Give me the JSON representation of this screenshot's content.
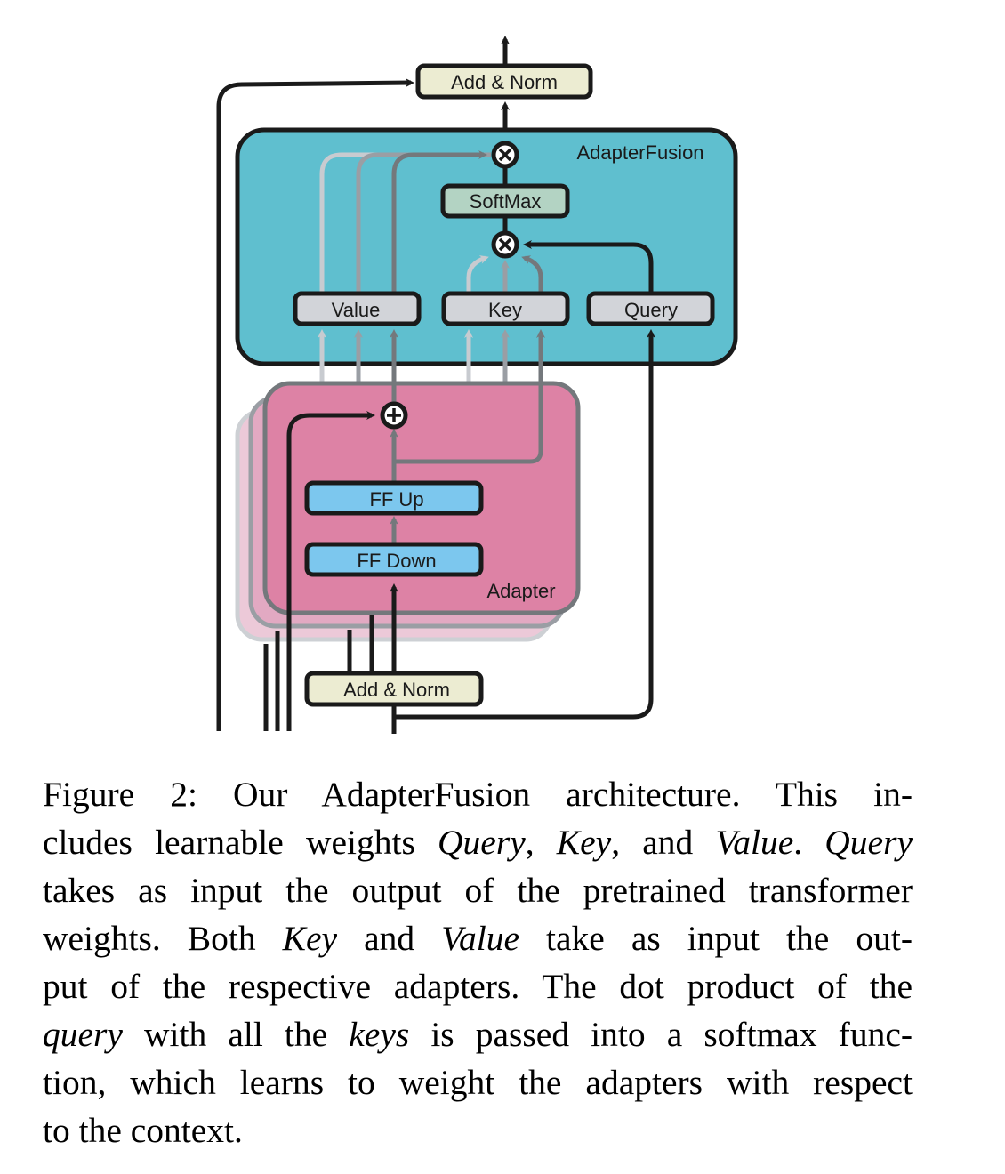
{
  "figure": {
    "boxes": {
      "top_add_norm": "Add & Norm",
      "bottom_add_norm": "Add & Norm",
      "softmax": "SoftMax",
      "value": "Value",
      "key": "Key",
      "query": "Query",
      "ff_up": "FF Up",
      "ff_down": "FF Down"
    },
    "regions": {
      "fusion_label": "AdapterFusion",
      "adapter_label": "Adapter"
    },
    "operators": {
      "multiply": "⊗",
      "add": "⊕"
    },
    "colors": {
      "fusion_bg": "#5fbfcf",
      "adapter_bg": "#dd82a5",
      "add_norm_bg": "#ececd2",
      "softmax_bg": "#b3d3c3",
      "qkv_bg": "#d2d4d9",
      "ff_bg": "#7cc7ee",
      "stroke": "#1a1a1a",
      "gray_light": "#c8cbd0",
      "gray_mid": "#9a9ea4",
      "gray_dark": "#74787c"
    }
  },
  "caption": {
    "lines": [
      [
        {
          "t": "Figure 2:  Our AdapterFusion architecture.  This in-"
        }
      ],
      [
        {
          "t": "cludes learnable weights "
        },
        {
          "t": "Query",
          "i": true
        },
        {
          "t": ", "
        },
        {
          "t": "Key",
          "i": true
        },
        {
          "t": ", and "
        },
        {
          "t": "Value",
          "i": true
        },
        {
          "t": ". "
        },
        {
          "t": "Query",
          "i": true
        }
      ],
      [
        {
          "t": "takes as input the output of the pretrained transformer"
        }
      ],
      [
        {
          "t": "weights.  Both "
        },
        {
          "t": "Key",
          "i": true
        },
        {
          "t": " and "
        },
        {
          "t": "Value",
          "i": true
        },
        {
          "t": " take as input the out-"
        }
      ],
      [
        {
          "t": "put of the respective adapters.  The dot product of the"
        }
      ],
      [
        {
          "t": "query",
          "i": true
        },
        {
          "t": " with all the "
        },
        {
          "t": "keys",
          "i": true
        },
        {
          "t": " is passed into a softmax func-"
        }
      ],
      [
        {
          "t": "tion, which learns to weight the adapters with respect"
        }
      ],
      [
        {
          "t": "to the context."
        }
      ]
    ]
  }
}
